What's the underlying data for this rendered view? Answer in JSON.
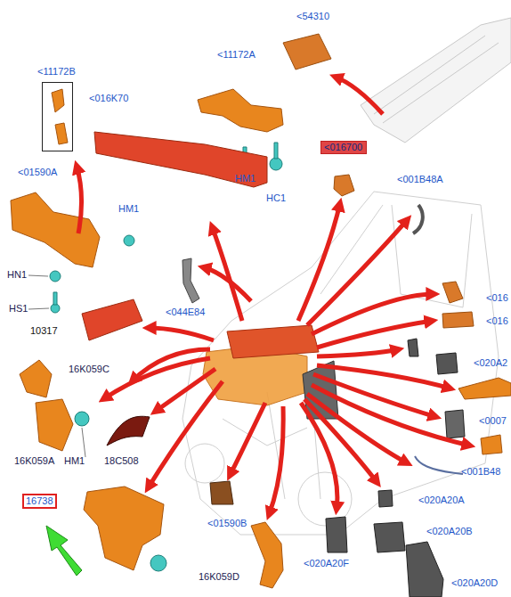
{
  "diagram": {
    "nodes": [
      {
        "text": [
          "<11172B"
        ]
      },
      {
        "text": [
          "<016700"
        ]
      },
      {
        "text": [
          "16738"
        ]
      }
    ],
    "labels": [
      "<54310",
      "<11172A",
      "<016K70",
      "HM1",
      "HC1",
      "<01590A",
      "<001B48A",
      "HM1",
      "HN1",
      "HS1",
      "<044E84",
      "<016",
      "10317",
      "<016",
      "<020A2",
      "16K059C",
      "<0007",
      "16K059A",
      "HM1",
      "18C508",
      "<001B48",
      "<020A20A",
      "<01590B",
      "<020A20B",
      "<020A20F",
      "16K059D",
      "<020A20D"
    ]
  }
}
